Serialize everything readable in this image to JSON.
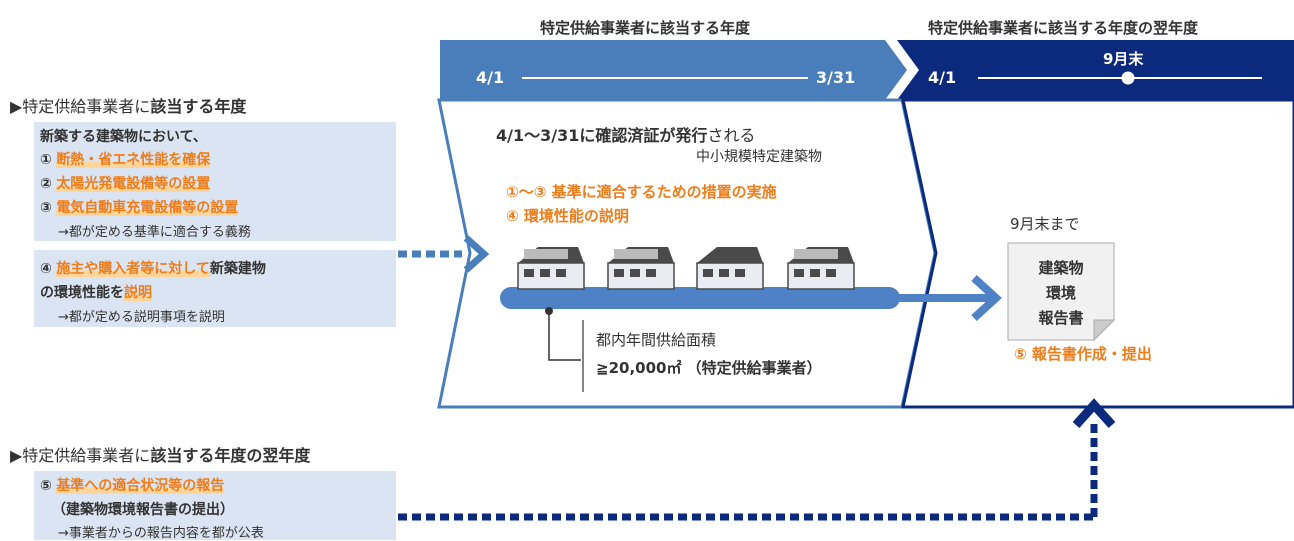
{
  "header": {
    "year1_title": "特定供給事業者に該当する年度",
    "year2_title": "特定供給事業者に該当する年度の翌年度",
    "year1_start": "4/1",
    "year1_end": "3/31",
    "year2_start": "4/1",
    "year2_marker": "9月末"
  },
  "section1": {
    "heading_prefix": "▶特定供給事業者に",
    "heading_bold": "該当する年度",
    "box1": {
      "line1": "新築する建築物において、",
      "item1_num": "①",
      "item1_text": "断熱・省エネ性能を確保",
      "item2_num": "②",
      "item2_text": "太陽光発電設備等の設置",
      "item3_num": "③",
      "item3_text": "電気自動車充電設備等の設置",
      "note": "→都が定める基準に適合する義務"
    },
    "box2": {
      "num": "④",
      "orange1": "施主や購入者等に対して",
      "dark1": "新築建物",
      "dark2": "の環境性能を",
      "orange2": "説明",
      "note": "→都が定める説明事項を説明"
    }
  },
  "section2": {
    "heading_prefix": "▶特定供給事業者に",
    "heading_bold": "該当する年度の翌年度",
    "box": {
      "num": "⑤",
      "orange": "基準への適合状況等の報告",
      "line2": "（建築物環境報告書の提出）",
      "note": "→事業者からの報告内容を都が公表"
    }
  },
  "center": {
    "title_bold1": "4/1～3/31に確認済証が発行",
    "title_rest": "される",
    "subtitle": "中小規模特定建築物",
    "measure1": "①～③ 基準に適合するための措置の実施",
    "measure2": "④ 環境性能の説明",
    "area_label": "都内年間供給面積",
    "area_value": "≧20,000㎡ （特定供給事業者）"
  },
  "right": {
    "deadline": "9月末まで",
    "doc_line1": "建築物",
    "doc_line2": "環境",
    "doc_line3": "報告書",
    "action": "⑤ 報告書作成・提出"
  },
  "colors": {
    "light_blue": "#4a7ebb",
    "mid_blue": "#3f74c0",
    "dark_blue": "#0b2a7e",
    "box_bg": "#dbe4f2",
    "orange": "#ee7d1c",
    "highlight": "#ffd59a"
  }
}
